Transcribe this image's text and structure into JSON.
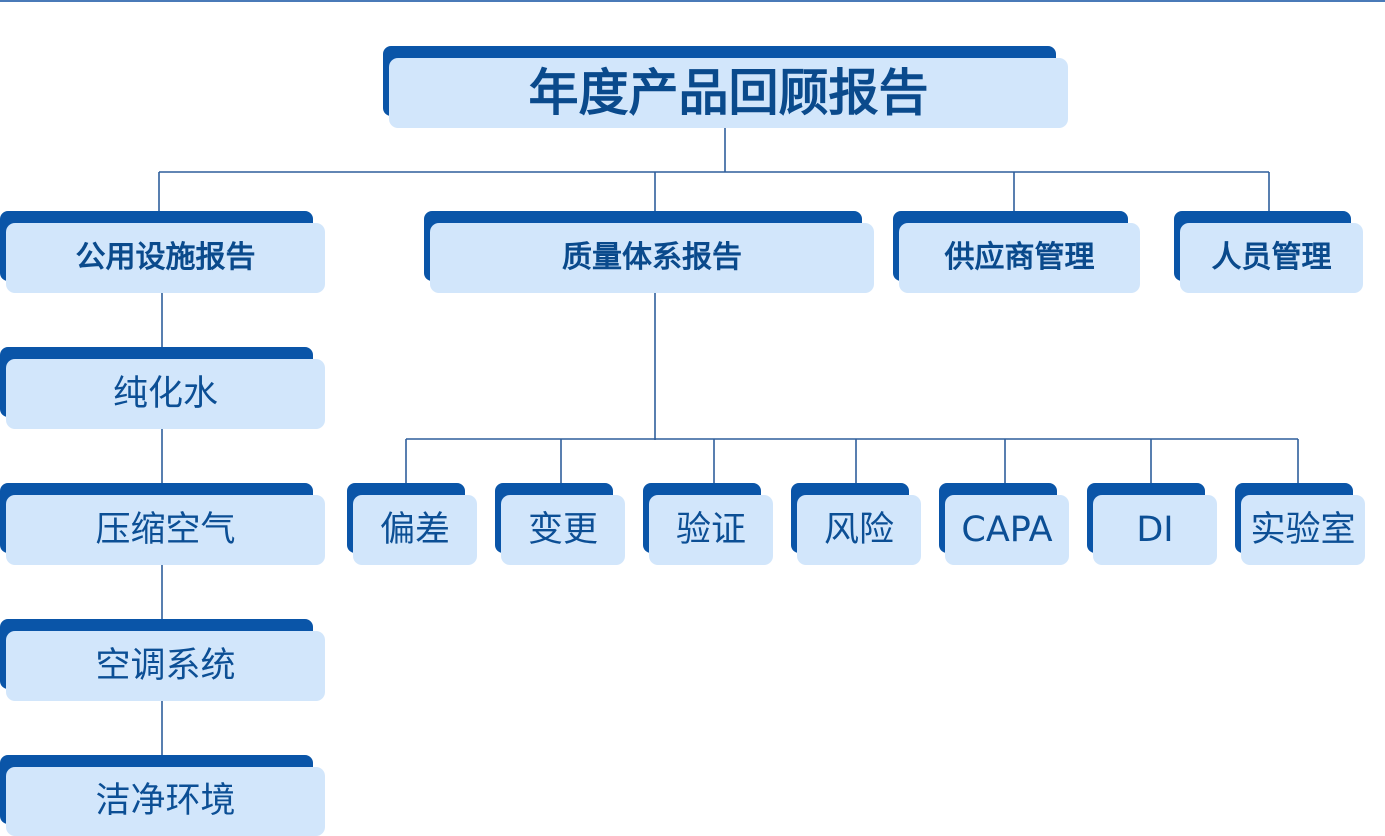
{
  "title": "年度产品回顾报告",
  "level1": [
    {
      "label": "公用设施报告"
    },
    {
      "label": "质量体系报告"
    },
    {
      "label": "供应商管理"
    },
    {
      "label": "人员管理"
    }
  ],
  "utilities_children": [
    {
      "label": "纯化水"
    },
    {
      "label": "压缩空气"
    },
    {
      "label": "空调系统"
    },
    {
      "label": "洁净环境"
    }
  ],
  "quality_children": [
    {
      "label": "偏差"
    },
    {
      "label": "变更"
    },
    {
      "label": "验证"
    },
    {
      "label": "风险"
    },
    {
      "label": "CAPA"
    },
    {
      "label": "DI"
    },
    {
      "label": "实验室"
    }
  ],
  "colors": {
    "box_back": "#0a55a8",
    "box_front": "#d2e6fb",
    "text": "#0c4f95",
    "connector": "#2f5f9c"
  }
}
